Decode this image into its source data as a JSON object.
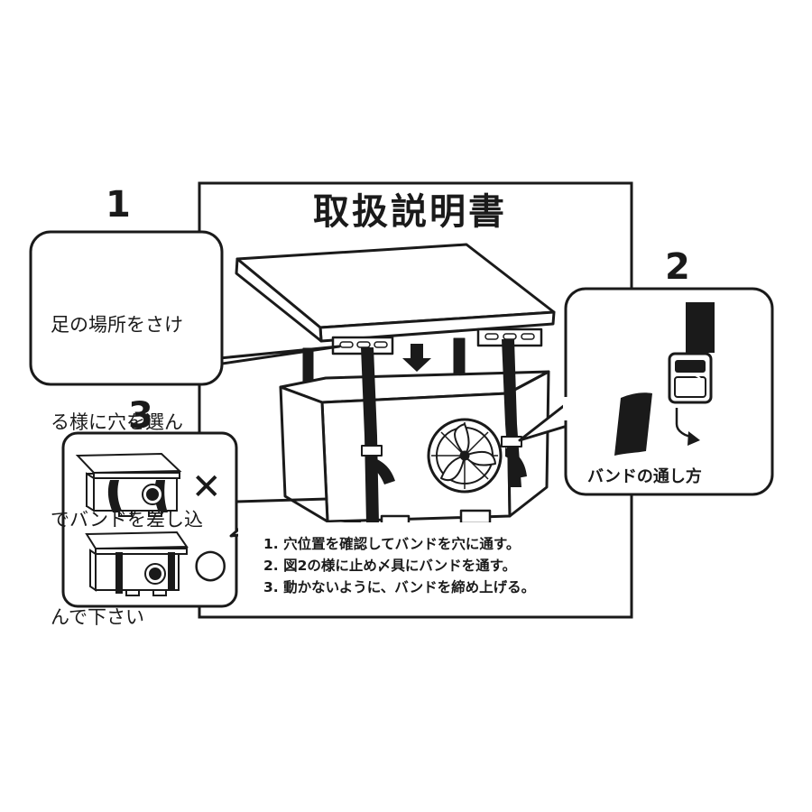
{
  "title": "取扱説明書",
  "step_numbers": [
    "1",
    "2",
    "3"
  ],
  "callout_1_lines": [
    "足の場所をさけ",
    "る様に穴を選ん",
    "でバンドを差し込",
    "んで下さい"
  ],
  "callout_2_caption": "バンドの通し方",
  "instructions": [
    "1. 穴位置を確認してバンドを穴に通す。",
    "2. 図2の様に止め〆具にバンドを通す。",
    "3. 動かないように、バンドを締め上げる。"
  ],
  "step3_marks": {
    "wrong": "✕",
    "right": "○"
  },
  "colors": {
    "ink": "#1a1a1a",
    "paper": "#ffffff",
    "shade": "#f2f2f2"
  }
}
